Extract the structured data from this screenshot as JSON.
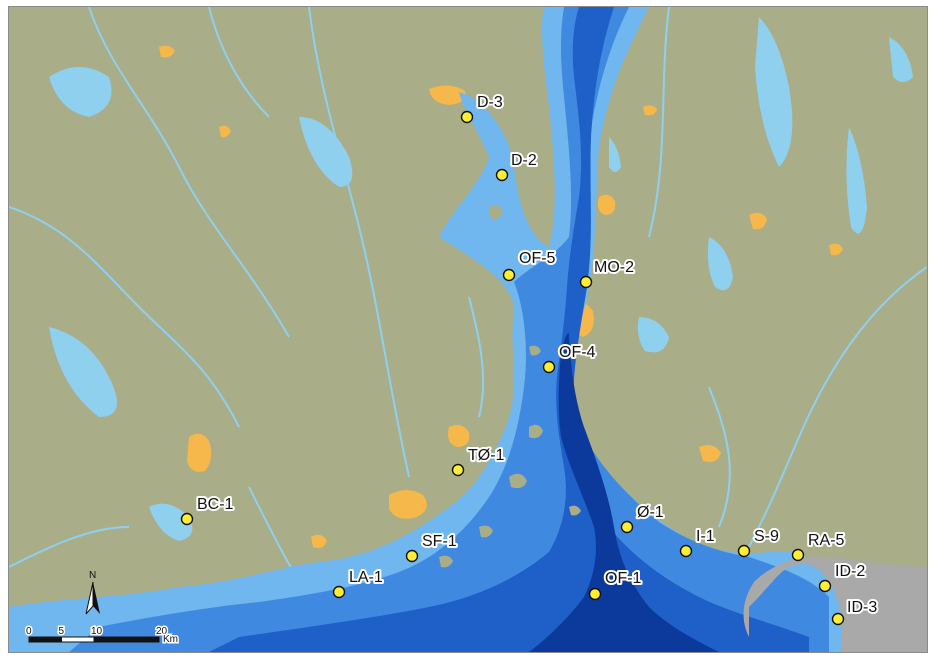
{
  "colors": {
    "land": "#a9ad88",
    "urban": "#f6b84a",
    "lake": "#8fd0ef",
    "shallow": "#6fb7ee",
    "mid": "#3f8ae0",
    "deep": "#1f5fc8",
    "deepest": "#0c3a9c",
    "foreign": "#a9a9a9",
    "station_fill": "#ffee33"
  },
  "stations": [
    {
      "id": "d3",
      "label": "D-3"
    },
    {
      "id": "d2",
      "label": "D-2"
    },
    {
      "id": "of5",
      "label": "OF-5"
    },
    {
      "id": "mo2",
      "label": "MO-2"
    },
    {
      "id": "of4",
      "label": "OF-4"
    },
    {
      "id": "to1",
      "label": "TØ-1"
    },
    {
      "id": "bc1",
      "label": "BC-1"
    },
    {
      "id": "o1",
      "label": "Ø-1"
    },
    {
      "id": "sf1",
      "label": "SF-1"
    },
    {
      "id": "i1",
      "label": "I-1"
    },
    {
      "id": "s9",
      "label": "S-9"
    },
    {
      "id": "ra5",
      "label": "RA-5"
    },
    {
      "id": "la1",
      "label": "LA-1"
    },
    {
      "id": "of1",
      "label": "OF-1"
    },
    {
      "id": "id2",
      "label": "ID-2"
    },
    {
      "id": "id3",
      "label": "ID-3"
    }
  ],
  "scale_bar": {
    "ticks": [
      "0",
      "5",
      "10",
      "20"
    ],
    "unit": "Km"
  },
  "north_arrow": {
    "label": "N",
    "icon": "north-arrow-icon"
  }
}
